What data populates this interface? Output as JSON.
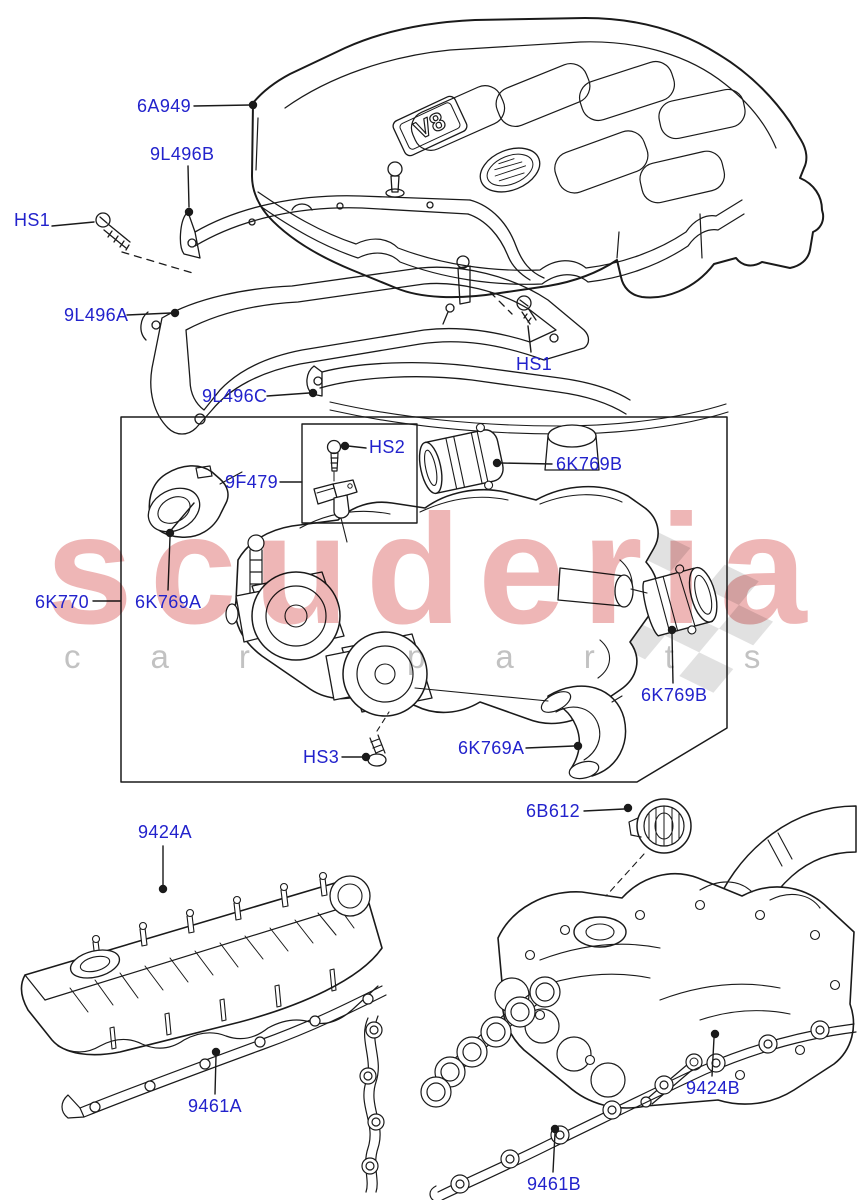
{
  "diagram": {
    "watermark": {
      "title": "scuderia",
      "subtitle": "car parts"
    },
    "colors": {
      "label_blue": "#2222cc",
      "line_black": "#1a1a1a",
      "watermark_pink": "#eeb6b6",
      "watermark_gray": "#c2c2c2",
      "flag_gray": "#d8d8d8",
      "background": "#ffffff"
    },
    "callouts": {
      "engine_cover": "6A949",
      "bracket_upper": "9L496B",
      "bolt_left": "HS1",
      "bracket_left": "9L496A",
      "bracket_lower": "9L496C",
      "screw_map": "HS2",
      "map_sensor": "9F479",
      "sleeve_upper": "6K769B",
      "intake_assembly": "6K770",
      "elbow_upper": "6K769A",
      "screw_manifold": "HS3",
      "elbow_lower": "6K769A",
      "sleeve_lower": "6K769B",
      "bolt_right": "HS1",
      "oil_filler_cap": "6B612",
      "cam_cover_left": "9424A",
      "gasket_left": "9461A",
      "cam_cover_right": "9424B",
      "gasket_right": "9461B"
    }
  }
}
